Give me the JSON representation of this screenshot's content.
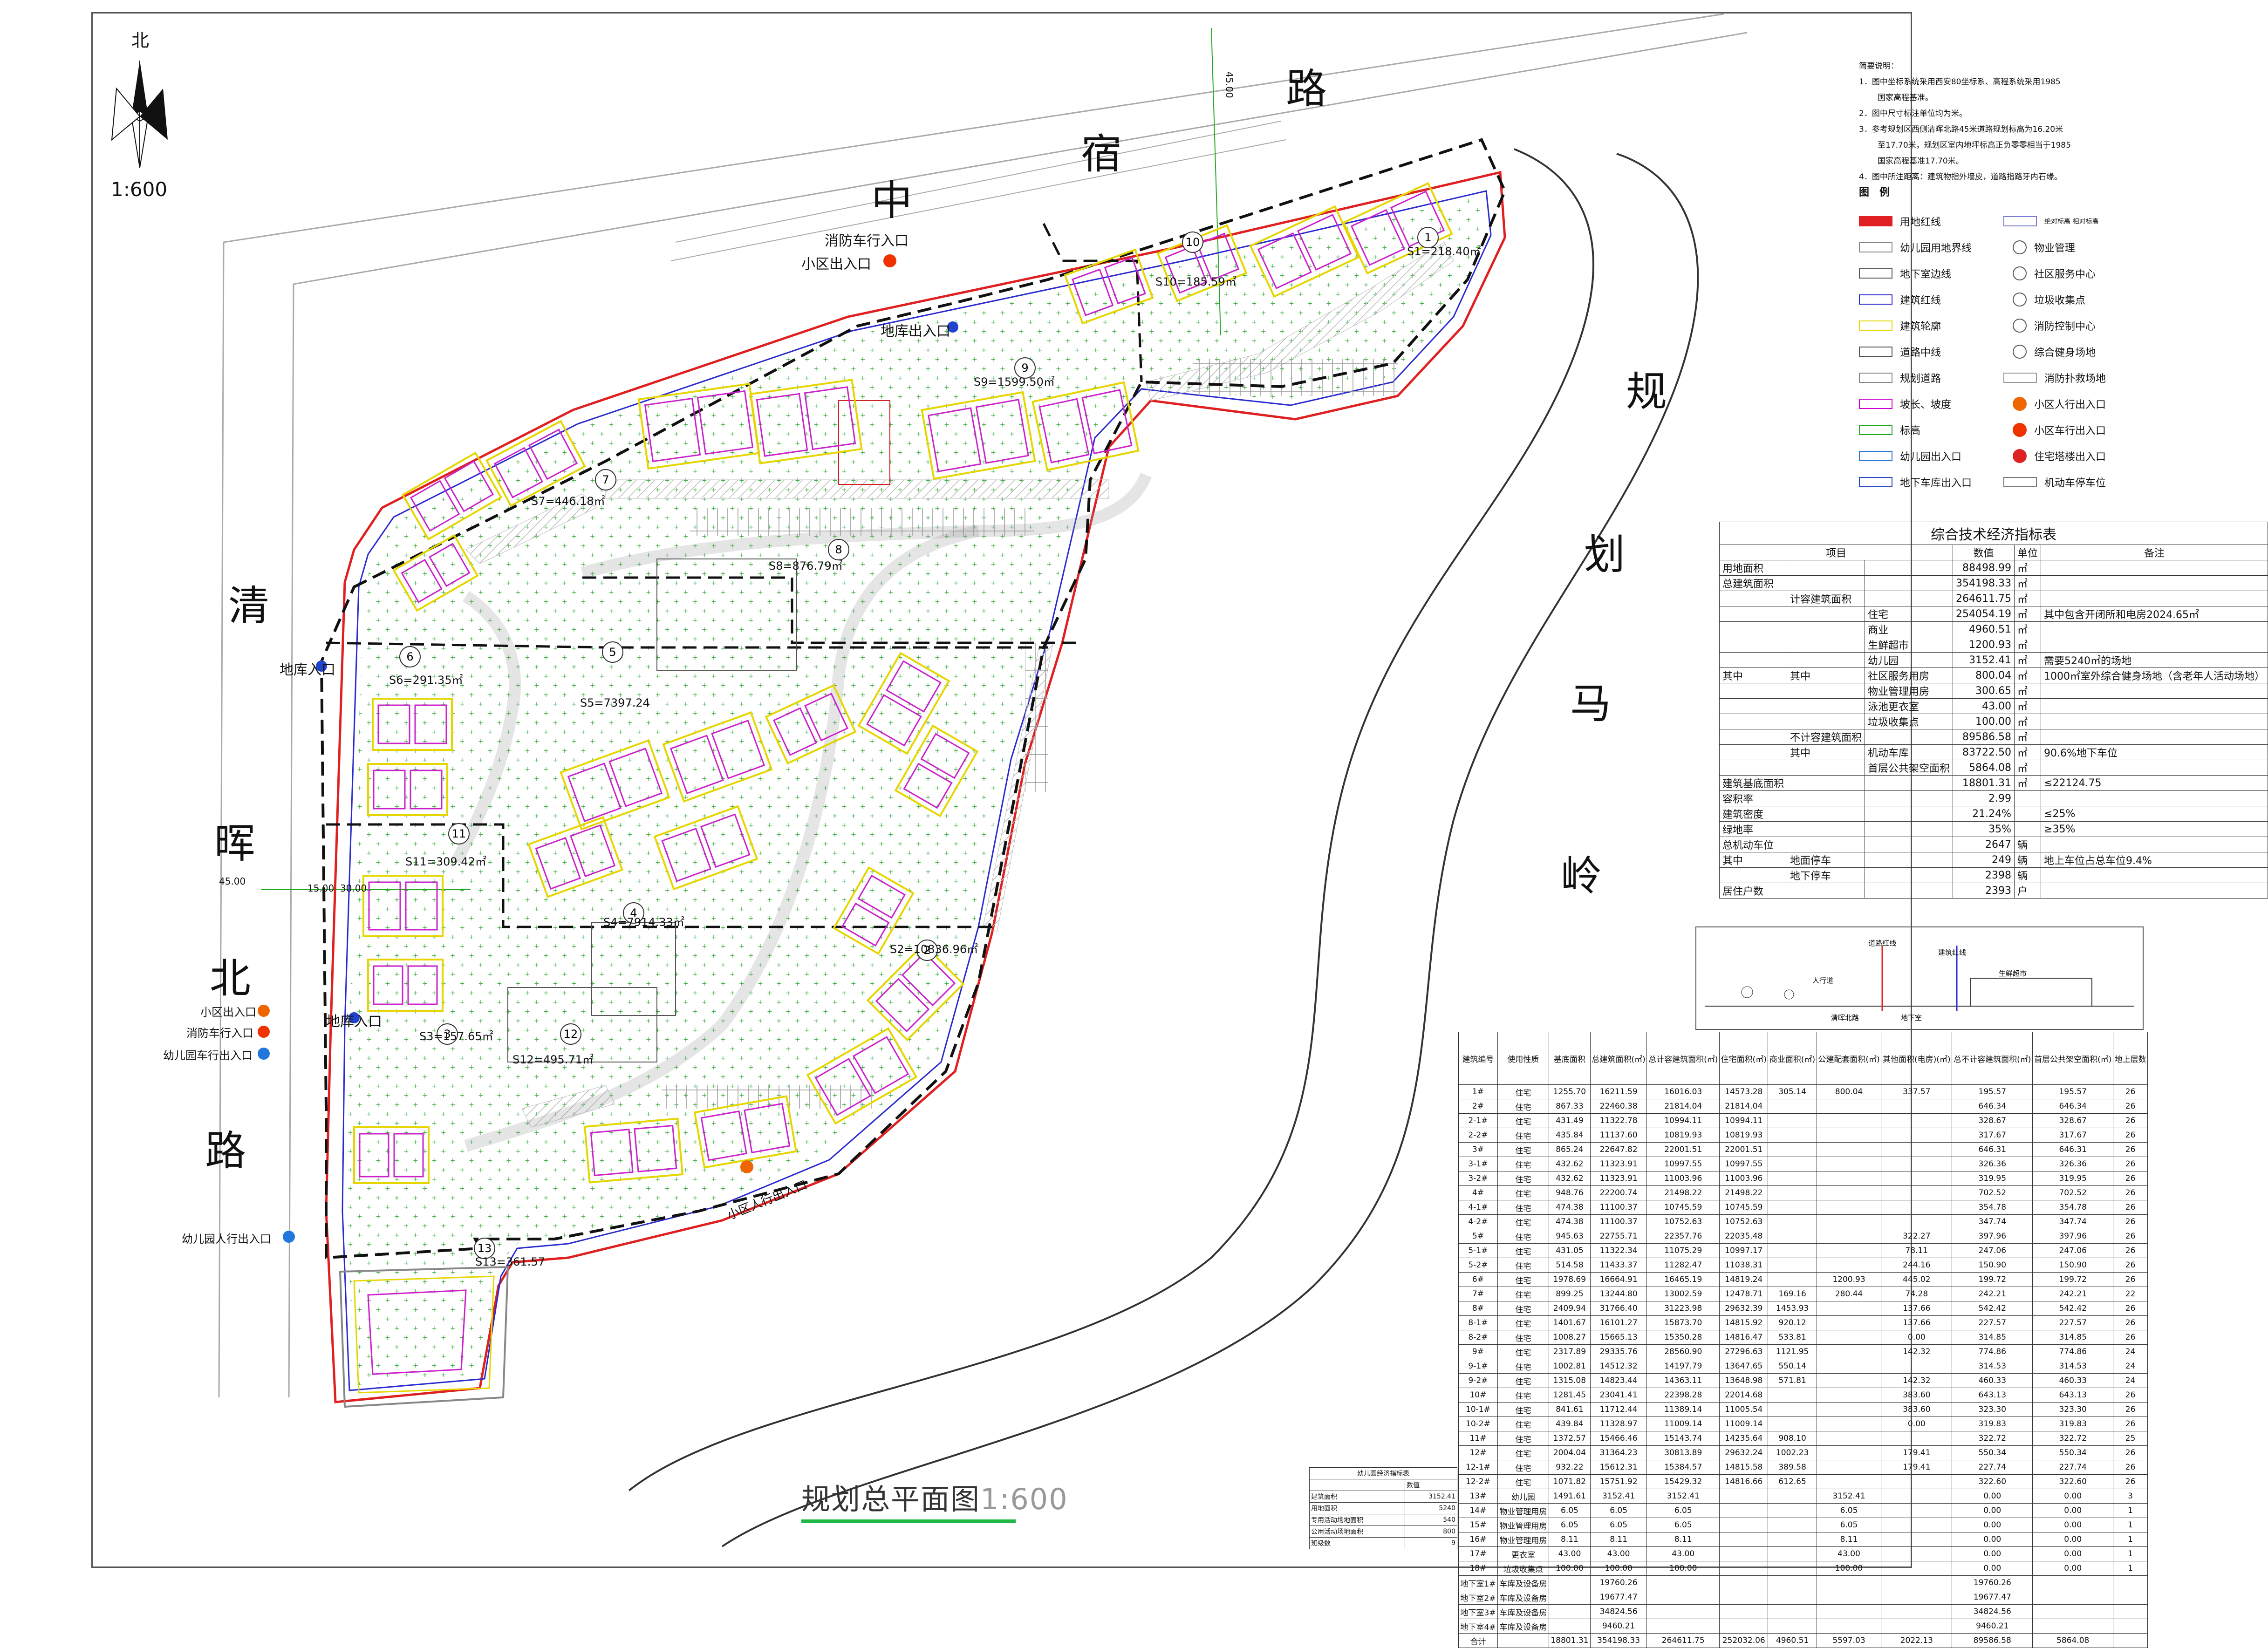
{
  "north_label": "北",
  "scale": "1:600",
  "roads": {
    "zhongxiu": [
      "中",
      "宿",
      "路"
    ],
    "qinghui": [
      "清",
      "晖",
      "北",
      "路"
    ],
    "mangling": [
      "规",
      "划",
      "马",
      "岭"
    ]
  },
  "site_labels": {
    "fire_entry_top": "消防车行入口",
    "community_entry_top": "小区出入口",
    "garage_entry_top": "地库出入口",
    "garage_entry_left": "地库入口",
    "garage_entry_lower": "地库入口",
    "left_community_entry": "小区出入口",
    "left_fire_entry": "消防车行入口",
    "left_kindergarten_vehicle": "幼儿园车行出入口",
    "kindergarten_pedestrian": "幼儿园人行出入口",
    "community_pedestrian": "小区人行出入口",
    "dimension_45_top": "45.00",
    "dimension_45_left": "45.00",
    "dimension_15": "15.00",
    "dimension_30": "30.00"
  },
  "plots": [
    {
      "circle": "1",
      "area": "S1=218.40㎡"
    },
    {
      "circle": "2",
      "area": "S2=10836.96㎡"
    },
    {
      "circle": "3",
      "area": "S3=157.65㎡"
    },
    {
      "circle": "4",
      "area": "S4=7914.33㎡"
    },
    {
      "circle": "5",
      "area": "S5=7397.24"
    },
    {
      "circle": "6",
      "area": "S6=291.35㎡"
    },
    {
      "circle": "7",
      "area": "S7=446.18㎡"
    },
    {
      "circle": "8",
      "area": "S8=876.79㎡"
    },
    {
      "circle": "9",
      "area": "S9=1599.50㎡"
    },
    {
      "circle": "10",
      "area": "S10=185.59㎡"
    },
    {
      "circle": "11",
      "area": "S11=309.42㎡"
    },
    {
      "circle": "12",
      "area": "S12=495.71㎡"
    },
    {
      "circle": "13",
      "area": "S13=361.57"
    }
  ],
  "notes": {
    "title": "简要说明：",
    "lines": [
      "1．图中坐标系统采用西安80坐标系、高程系统采用1985",
      "国家高程基准。",
      "2．图中尺寸标注单位均为米。",
      "3．参考规划区西侧清晖北路45米道路规划标高为16.20米",
      "至17.70米，规划区室内地坪标高正负零零相当于1985",
      "国家高程基准17.70米。",
      "4．图中所注距离：建筑物指外墙皮，道路指路牙内石缘。"
    ]
  },
  "legend": {
    "title": "图　例",
    "left": [
      {
        "label": "用地红线",
        "color": "#e02020"
      },
      {
        "label": "幼儿园用地界线",
        "color": "#888888"
      },
      {
        "label": "地下室边线",
        "color": "#555555"
      },
      {
        "label": "建筑红线",
        "color": "#2a2ad0"
      },
      {
        "label": "建筑轮廓",
        "color": "#e6d600"
      },
      {
        "label": "道路中线",
        "color": "#555555"
      },
      {
        "label": "规划道路",
        "color": "#888888"
      },
      {
        "label": "坡长、坡度",
        "color": "#cc00cc"
      },
      {
        "label": "标高",
        "color": "#22aa22"
      },
      {
        "label": "幼儿园出入口",
        "color": "#2277dd"
      },
      {
        "label": "地下车库出入口",
        "color": "#2244cc"
      }
    ],
    "right": [
      {
        "label": "绝对标高 相对标高",
        "color": "#7a7ad0"
      },
      {
        "label": "物业管理",
        "color": "#555555"
      },
      {
        "label": "社区服务中心",
        "color": "#555555"
      },
      {
        "label": "垃圾收集点",
        "color": "#555555"
      },
      {
        "label": "消防控制中心",
        "color": "#555555"
      },
      {
        "label": "综合健身场地",
        "color": "#555555"
      },
      {
        "label": "消防扑救场地",
        "color": "#999999"
      },
      {
        "label": "小区人行出入口",
        "color": "#ee6600"
      },
      {
        "label": "小区车行出入口",
        "color": "#ee3300"
      },
      {
        "label": "住宅塔楼出入口",
        "color": "#dd2222"
      },
      {
        "label": "机动车停车位",
        "color": "#777777"
      }
    ]
  },
  "kpi_table": {
    "title": "综合技术经济指标表",
    "headers": [
      "项目",
      "数值",
      "单位",
      "备注"
    ],
    "rows": [
      {
        "c1": "用地面积",
        "c2": "",
        "c3": "",
        "val": "88498.99",
        "unit": "㎡",
        "note": ""
      },
      {
        "c1": "总建筑面积",
        "c2": "",
        "c3": "",
        "val": "354198.33",
        "unit": "㎡",
        "note": ""
      },
      {
        "c1": "",
        "c2": "计容建筑面积",
        "c3": "",
        "val": "264611.75",
        "unit": "㎡",
        "note": ""
      },
      {
        "c1": "",
        "c2": "",
        "c3": "住宅",
        "val": "254054.19",
        "unit": "㎡",
        "note": "其中包含开闭所和电房2024.65㎡"
      },
      {
        "c1": "",
        "c2": "",
        "c3": "商业",
        "val": "4960.51",
        "unit": "㎡",
        "note": ""
      },
      {
        "c1": "",
        "c2": "",
        "c3": "生鲜超市",
        "val": "1200.93",
        "unit": "㎡",
        "note": ""
      },
      {
        "c1": "",
        "c2": "",
        "c3": "幼儿园",
        "val": "3152.41",
        "unit": "㎡",
        "note": "需要5240㎡的场地"
      },
      {
        "c1": "其中",
        "c2": "其中",
        "c3": "社区服务用房",
        "val": "800.04",
        "unit": "㎡",
        "note": "1000㎡室外综合健身场地（含老年人活动场地）"
      },
      {
        "c1": "",
        "c2": "",
        "c3": "物业管理用房",
        "val": "300.65",
        "unit": "㎡",
        "note": ""
      },
      {
        "c1": "",
        "c2": "",
        "c3": "泳池更衣室",
        "val": "43.00",
        "unit": "㎡",
        "note": ""
      },
      {
        "c1": "",
        "c2": "",
        "c3": "垃圾收集点",
        "val": "100.00",
        "unit": "㎡",
        "note": ""
      },
      {
        "c1": "",
        "c2": "不计容建筑面积",
        "c3": "",
        "val": "89586.58",
        "unit": "㎡",
        "note": ""
      },
      {
        "c1": "",
        "c2": "其中",
        "c3": "机动车库",
        "val": "83722.50",
        "unit": "㎡",
        "note": "90.6%地下车位"
      },
      {
        "c1": "",
        "c2": "",
        "c3": "首层公共架空面积",
        "val": "5864.08",
        "unit": "㎡",
        "note": ""
      },
      {
        "c1": "建筑基底面积",
        "c2": "",
        "c3": "",
        "val": "18801.31",
        "unit": "㎡",
        "note": "≤22124.75"
      },
      {
        "c1": "容积率",
        "c2": "",
        "c3": "",
        "val": "2.99",
        "unit": "",
        "note": ""
      },
      {
        "c1": "建筑密度",
        "c2": "",
        "c3": "",
        "val": "21.24%",
        "unit": "",
        "note": "≤25%"
      },
      {
        "c1": "绿地率",
        "c2": "",
        "c3": "",
        "val": "35%",
        "unit": "",
        "note": "≥35%"
      },
      {
        "c1": "总机动车位",
        "c2": "",
        "c3": "",
        "val": "2647",
        "unit": "辆",
        "note": ""
      },
      {
        "c1": "其中",
        "c2": "地面停车",
        "c3": "",
        "val": "249",
        "unit": "辆",
        "note": "地上车位占总车位9.4%"
      },
      {
        "c1": "",
        "c2": "地下停车",
        "c3": "",
        "val": "2398",
        "unit": "辆",
        "note": ""
      },
      {
        "c1": "居住户数",
        "c2": "",
        "c3": "",
        "val": "2393",
        "unit": "户",
        "note": ""
      }
    ]
  },
  "section_labels": [
    "人行道",
    "道路红线",
    "清晖北路",
    "建筑红线",
    "地下室",
    "生鲜超市"
  ],
  "building_table": {
    "headers": [
      "建筑编号",
      "使用性质",
      "基底面积",
      "总建筑面积(㎡)",
      "总计容建筑面积(㎡)",
      "住宅面积(㎡)",
      "商业面积(㎡)",
      "公建配套面积(㎡)",
      "其他面积(电房)(㎡)",
      "总不计容建筑面积(㎡)",
      "首层公共架空面积(㎡)",
      "地上层数"
    ],
    "rows": [
      [
        "1#",
        "住宅",
        "1255.70",
        "16211.59",
        "16016.03",
        "14573.28",
        "305.14",
        "800.04",
        "337.57",
        "195.57",
        "195.57",
        "26"
      ],
      [
        "2#",
        "住宅",
        "867.33",
        "22460.38",
        "21814.04",
        "21814.04",
        "",
        "",
        "",
        "646.34",
        "646.34",
        "26"
      ],
      [
        "2-1#",
        "住宅",
        "431.49",
        "11322.78",
        "10994.11",
        "10994.11",
        "",
        "",
        "",
        "328.67",
        "328.67",
        "26"
      ],
      [
        "2-2#",
        "住宅",
        "435.84",
        "11137.60",
        "10819.93",
        "10819.93",
        "",
        "",
        "",
        "317.67",
        "317.67",
        "26"
      ],
      [
        "3#",
        "住宅",
        "865.24",
        "22647.82",
        "22001.51",
        "22001.51",
        "",
        "",
        "",
        "646.31",
        "646.31",
        "26"
      ],
      [
        "3-1#",
        "住宅",
        "432.62",
        "11323.91",
        "10997.55",
        "10997.55",
        "",
        "",
        "",
        "326.36",
        "326.36",
        "26"
      ],
      [
        "3-2#",
        "住宅",
        "432.62",
        "11323.91",
        "11003.96",
        "11003.96",
        "",
        "",
        "",
        "319.95",
        "319.95",
        "26"
      ],
      [
        "4#",
        "住宅",
        "948.76",
        "22200.74",
        "21498.22",
        "21498.22",
        "",
        "",
        "",
        "702.52",
        "702.52",
        "26"
      ],
      [
        "4-1#",
        "住宅",
        "474.38",
        "11100.37",
        "10745.59",
        "10745.59",
        "",
        "",
        "",
        "354.78",
        "354.78",
        "26"
      ],
      [
        "4-2#",
        "住宅",
        "474.38",
        "11100.37",
        "10752.63",
        "10752.63",
        "",
        "",
        "",
        "347.74",
        "347.74",
        "26"
      ],
      [
        "5#",
        "住宅",
        "945.63",
        "22755.71",
        "22357.76",
        "22035.48",
        "",
        "",
        "322.27",
        "397.96",
        "397.96",
        "26"
      ],
      [
        "5-1#",
        "住宅",
        "431.05",
        "11322.34",
        "11075.29",
        "10997.17",
        "",
        "",
        "78.11",
        "247.06",
        "247.06",
        "26"
      ],
      [
        "5-2#",
        "住宅",
        "514.58",
        "11433.37",
        "11282.47",
        "11038.31",
        "",
        "",
        "244.16",
        "150.90",
        "150.90",
        "26"
      ],
      [
        "6#",
        "住宅",
        "1978.69",
        "16664.91",
        "16465.19",
        "14819.24",
        "",
        "1200.93",
        "445.02",
        "199.72",
        "199.72",
        "26"
      ],
      [
        "7#",
        "住宅",
        "899.25",
        "13244.80",
        "13002.59",
        "12478.71",
        "169.16",
        "280.44",
        "74.28",
        "242.21",
        "242.21",
        "22"
      ],
      [
        "8#",
        "住宅",
        "2409.94",
        "31766.40",
        "31223.98",
        "29632.39",
        "1453.93",
        "",
        "137.66",
        "542.42",
        "542.42",
        "26"
      ],
      [
        "8-1#",
        "住宅",
        "1401.67",
        "16101.27",
        "15873.70",
        "14815.92",
        "920.12",
        "",
        "137.66",
        "227.57",
        "227.57",
        "26"
      ],
      [
        "8-2#",
        "住宅",
        "1008.27",
        "15665.13",
        "15350.28",
        "14816.47",
        "533.81",
        "",
        "0.00",
        "314.85",
        "314.85",
        "26"
      ],
      [
        "9#",
        "住宅",
        "2317.89",
        "29335.76",
        "28560.90",
        "27296.63",
        "1121.95",
        "",
        "142.32",
        "774.86",
        "774.86",
        "24"
      ],
      [
        "9-1#",
        "住宅",
        "1002.81",
        "14512.32",
        "14197.79",
        "13647.65",
        "550.14",
        "",
        "",
        "314.53",
        "314.53",
        "24"
      ],
      [
        "9-2#",
        "住宅",
        "1315.08",
        "14823.44",
        "14363.11",
        "13648.98",
        "571.81",
        "",
        "142.32",
        "460.33",
        "460.33",
        "24"
      ],
      [
        "10#",
        "住宅",
        "1281.45",
        "23041.41",
        "22398.28",
        "22014.68",
        "",
        "",
        "383.60",
        "643.13",
        "643.13",
        "26"
      ],
      [
        "10-1#",
        "住宅",
        "841.61",
        "11712.44",
        "11389.14",
        "11005.54",
        "",
        "",
        "383.60",
        "323.30",
        "323.30",
        "26"
      ],
      [
        "10-2#",
        "住宅",
        "439.84",
        "11328.97",
        "11009.14",
        "11009.14",
        "",
        "",
        "0.00",
        "319.83",
        "319.83",
        "26"
      ],
      [
        "11#",
        "住宅",
        "1372.57",
        "15466.46",
        "15143.74",
        "14235.64",
        "908.10",
        "",
        "",
        "322.72",
        "322.72",
        "25"
      ],
      [
        "12#",
        "住宅",
        "2004.04",
        "31364.23",
        "30813.89",
        "29632.24",
        "1002.23",
        "",
        "179.41",
        "550.34",
        "550.34",
        "26"
      ],
      [
        "12-1#",
        "住宅",
        "932.22",
        "15612.31",
        "15384.57",
        "14815.58",
        "389.58",
        "",
        "179.41",
        "227.74",
        "227.74",
        "26"
      ],
      [
        "12-2#",
        "住宅",
        "1071.82",
        "15751.92",
        "15429.32",
        "14816.66",
        "612.65",
        "",
        "",
        "322.60",
        "322.60",
        "26"
      ],
      [
        "13#",
        "幼儿园",
        "1491.61",
        "3152.41",
        "3152.41",
        "",
        "",
        "3152.41",
        "",
        "0.00",
        "0.00",
        "3"
      ],
      [
        "14#",
        "物业管理用房",
        "6.05",
        "6.05",
        "6.05",
        "",
        "",
        "6.05",
        "",
        "0.00",
        "0.00",
        "1"
      ],
      [
        "15#",
        "物业管理用房",
        "6.05",
        "6.05",
        "6.05",
        "",
        "",
        "6.05",
        "",
        "0.00",
        "0.00",
        "1"
      ],
      [
        "16#",
        "物业管理用房",
        "8.11",
        "8.11",
        "8.11",
        "",
        "",
        "8.11",
        "",
        "0.00",
        "0.00",
        "1"
      ],
      [
        "17#",
        "更衣室",
        "43.00",
        "43.00",
        "43.00",
        "",
        "",
        "43.00",
        "",
        "0.00",
        "0.00",
        "1"
      ],
      [
        "18#",
        "垃圾收集点",
        "100.00",
        "100.00",
        "100.00",
        "",
        "",
        "100.00",
        "",
        "0.00",
        "0.00",
        "1"
      ],
      [
        "地下室1#",
        "车库及设备房",
        "",
        "19760.26",
        "",
        "",
        "",
        "",
        "",
        "19760.26",
        "",
        ""
      ],
      [
        "地下室2#",
        "车库及设备房",
        "",
        "19677.47",
        "",
        "",
        "",
        "",
        "",
        "19677.47",
        "",
        ""
      ],
      [
        "地下室3#",
        "车库及设备房",
        "",
        "34824.56",
        "",
        "",
        "",
        "",
        "",
        "34824.56",
        "",
        ""
      ],
      [
        "地下室4#",
        "车库及设备房",
        "",
        "9460.21",
        "",
        "",
        "",
        "",
        "",
        "9460.21",
        "",
        ""
      ],
      [
        "合计",
        "",
        "18801.31",
        "354198.33",
        "264611.75",
        "252032.06",
        "4960.51",
        "5597.03",
        "2022.13",
        "89586.58",
        "5864.08",
        ""
      ]
    ]
  },
  "kindergarten_table": {
    "title": "幼儿园经济指标表",
    "headers": [
      "",
      "数值"
    ],
    "rows": [
      [
        "建筑面积",
        "3152.41"
      ],
      [
        "用地面积",
        "5240"
      ],
      [
        "专用活动场地面积",
        "540"
      ],
      [
        "公用活动场地面积",
        "800"
      ],
      [
        "班级数",
        "9"
      ]
    ]
  },
  "plan_title": "规划总平面图",
  "plan_scale": "1:600",
  "colors": {
    "red_line": "#e02020",
    "building_outline": "#e6d600",
    "building_inner": "#cc22cc",
    "basement_line": "#111111",
    "setback_line": "#2a2ad0",
    "green_dot": "#3cb043",
    "fire_area": "#bbbbbb",
    "road_line": "#999999"
  }
}
